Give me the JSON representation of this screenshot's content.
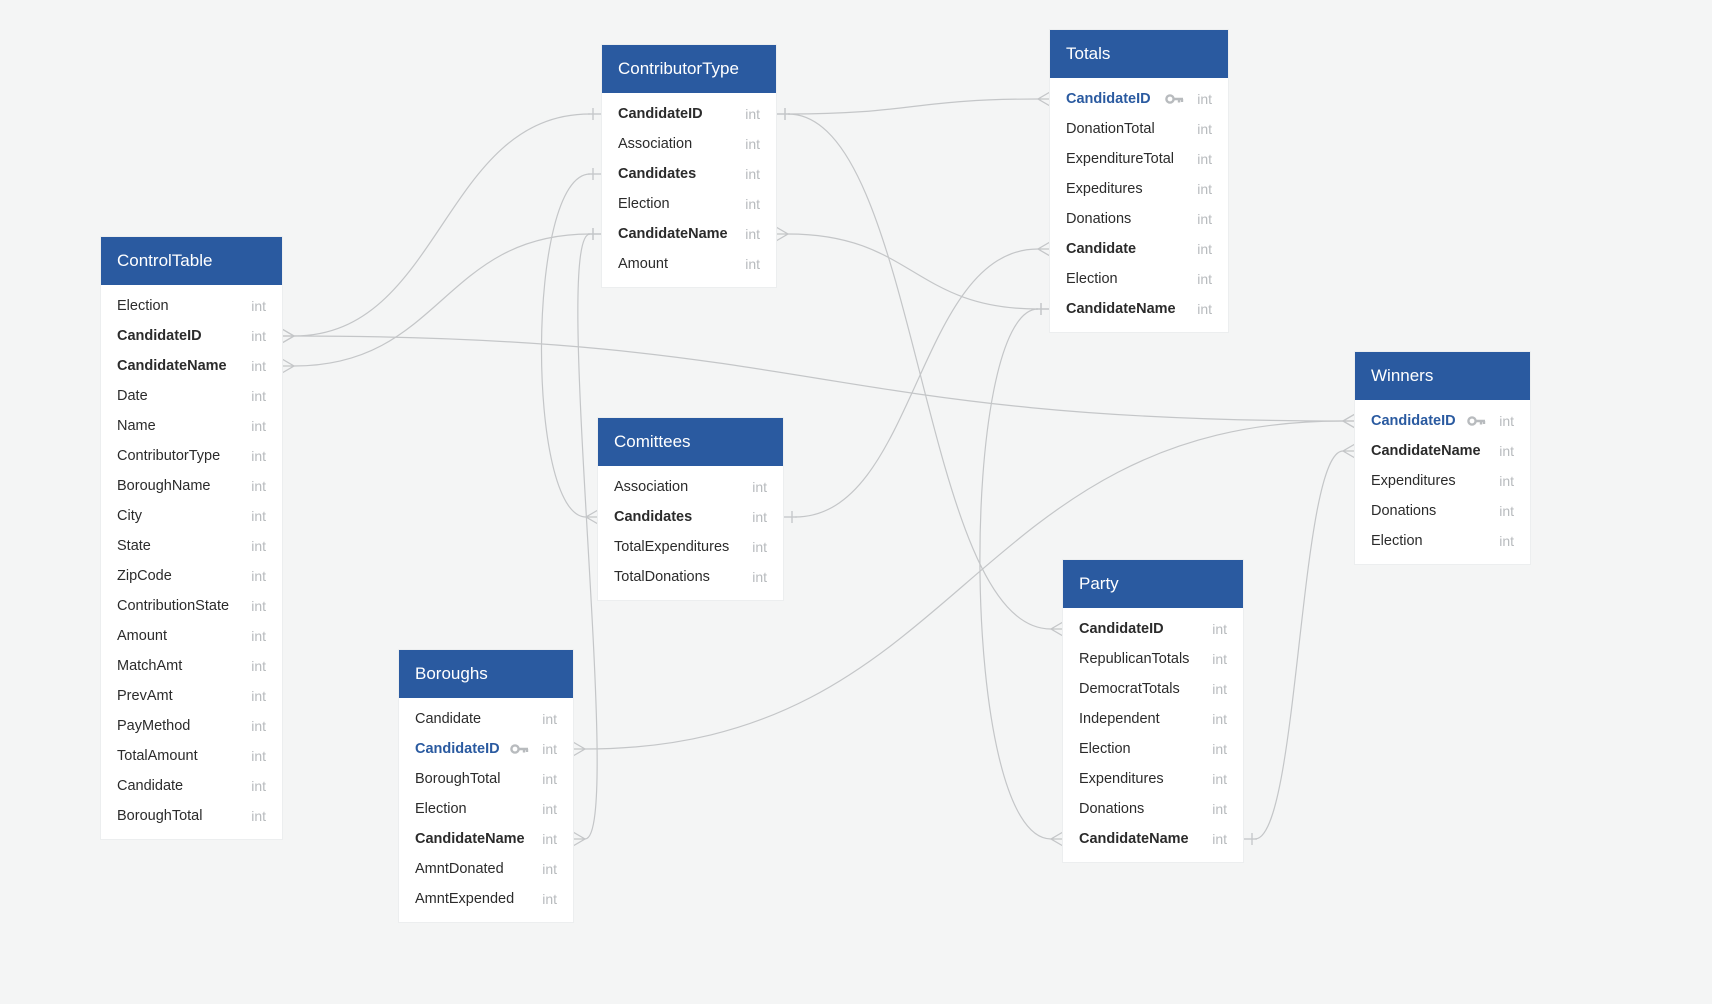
{
  "tables": [
    {
      "id": "ContributorType",
      "name": "ContributorType",
      "fields": [
        {
          "name": "CandidateID",
          "type": "int",
          "style": "bold"
        },
        {
          "name": "Association",
          "type": "int",
          "style": "normal"
        },
        {
          "name": "Candidates",
          "type": "int",
          "style": "bold"
        },
        {
          "name": "Election",
          "type": "int",
          "style": "normal"
        },
        {
          "name": "CandidateName",
          "type": "int",
          "style": "bold"
        },
        {
          "name": "Amount",
          "type": "int",
          "style": "normal"
        }
      ]
    },
    {
      "id": "Totals",
      "name": "Totals",
      "fields": [
        {
          "name": "CandidateID",
          "type": "int",
          "style": "pk"
        },
        {
          "name": "DonationTotal",
          "type": "int",
          "style": "normal"
        },
        {
          "name": "ExpenditureTotal",
          "type": "int",
          "style": "normal"
        },
        {
          "name": "Expeditures",
          "type": "int",
          "style": "normal"
        },
        {
          "name": "Donations",
          "type": "int",
          "style": "normal"
        },
        {
          "name": "Candidate",
          "type": "int",
          "style": "bold"
        },
        {
          "name": "Election",
          "type": "int",
          "style": "normal"
        },
        {
          "name": "CandidateName",
          "type": "int",
          "style": "bold"
        }
      ]
    },
    {
      "id": "ControlTable",
      "name": "ControlTable",
      "fields": [
        {
          "name": "Election",
          "type": "int",
          "style": "normal"
        },
        {
          "name": "CandidateID",
          "type": "int",
          "style": "bold"
        },
        {
          "name": "CandidateName",
          "type": "int",
          "style": "bold"
        },
        {
          "name": "Date",
          "type": "int",
          "style": "normal"
        },
        {
          "name": "Name",
          "type": "int",
          "style": "normal"
        },
        {
          "name": "ContributorType",
          "type": "int",
          "style": "normal"
        },
        {
          "name": "BoroughName",
          "type": "int",
          "style": "normal"
        },
        {
          "name": "City",
          "type": "int",
          "style": "normal"
        },
        {
          "name": "State",
          "type": "int",
          "style": "normal"
        },
        {
          "name": "ZipCode",
          "type": "int",
          "style": "normal"
        },
        {
          "name": "ContributionState",
          "type": "int",
          "style": "normal"
        },
        {
          "name": "Amount",
          "type": "int",
          "style": "normal"
        },
        {
          "name": "MatchAmt",
          "type": "int",
          "style": "normal"
        },
        {
          "name": "PrevAmt",
          "type": "int",
          "style": "normal"
        },
        {
          "name": "PayMethod",
          "type": "int",
          "style": "normal"
        },
        {
          "name": "TotalAmount",
          "type": "int",
          "style": "normal"
        },
        {
          "name": "Candidate",
          "type": "int",
          "style": "normal"
        },
        {
          "name": "BoroughTotal",
          "type": "int",
          "style": "normal"
        }
      ]
    },
    {
      "id": "Winners",
      "name": "Winners",
      "fields": [
        {
          "name": "CandidateID",
          "type": "int",
          "style": "pk"
        },
        {
          "name": "CandidateName",
          "type": "int",
          "style": "bold"
        },
        {
          "name": "Expenditures",
          "type": "int",
          "style": "normal"
        },
        {
          "name": "Donations",
          "type": "int",
          "style": "normal"
        },
        {
          "name": "Election",
          "type": "int",
          "style": "normal"
        }
      ]
    },
    {
      "id": "Comittees",
      "name": "Comittees",
      "fields": [
        {
          "name": "Association",
          "type": "int",
          "style": "normal"
        },
        {
          "name": "Candidates",
          "type": "int",
          "style": "bold"
        },
        {
          "name": "TotalExpenditures",
          "type": "int",
          "style": "normal"
        },
        {
          "name": "TotalDonations",
          "type": "int",
          "style": "normal"
        }
      ]
    },
    {
      "id": "Party",
      "name": "Party",
      "fields": [
        {
          "name": "CandidateID",
          "type": "int",
          "style": "bold"
        },
        {
          "name": "RepublicanTotals",
          "type": "int",
          "style": "normal"
        },
        {
          "name": "DemocratTotals",
          "type": "int",
          "style": "normal"
        },
        {
          "name": "Independent",
          "type": "int",
          "style": "normal"
        },
        {
          "name": "Election",
          "type": "int",
          "style": "normal"
        },
        {
          "name": "Expenditures",
          "type": "int",
          "style": "normal"
        },
        {
          "name": "Donations",
          "type": "int",
          "style": "normal"
        },
        {
          "name": "CandidateName",
          "type": "int",
          "style": "bold"
        }
      ]
    },
    {
      "id": "Boroughs",
      "name": "Boroughs",
      "fields": [
        {
          "name": "Candidate",
          "type": "int",
          "style": "normal"
        },
        {
          "name": "CandidateID",
          "type": "int",
          "style": "pk"
        },
        {
          "name": "BoroughTotal",
          "type": "int",
          "style": "normal"
        },
        {
          "name": "Election",
          "type": "int",
          "style": "normal"
        },
        {
          "name": "CandidateName",
          "type": "int",
          "style": "bold"
        },
        {
          "name": "AmntDonated",
          "type": "int",
          "style": "normal"
        },
        {
          "name": "AmntExpended",
          "type": "int",
          "style": "normal"
        }
      ]
    }
  ],
  "relationships": [
    {
      "from": "ControlTable.CandidateID",
      "from_end": "many",
      "to": "ContributorType.CandidateID",
      "to_end": "one"
    },
    {
      "from": "ControlTable.CandidateName",
      "from_end": "many",
      "to": "ContributorType.CandidateName",
      "to_end": "one"
    },
    {
      "from": "ControlTable.CandidateID",
      "from_end": "many",
      "to": "Winners.CandidateID",
      "to_end": "many"
    },
    {
      "from": "ContributorType.CandidateID",
      "from_end": "one",
      "to": "Totals.CandidateID",
      "to_end": "many"
    },
    {
      "from": "ContributorType.CandidateID",
      "from_end": "one",
      "to": "Party.CandidateID",
      "to_end": "many"
    },
    {
      "from": "ContributorType.CandidateName",
      "from_end": "many",
      "to": "Totals.CandidateName",
      "to_end": "one"
    },
    {
      "from": "ContributorType.Candidates",
      "from_end": "one",
      "to": "Comittees.Candidates",
      "to_end": "many"
    },
    {
      "from": "ContributorType.CandidateName",
      "from_end": "one",
      "to": "Boroughs.CandidateName",
      "to_end": "many"
    },
    {
      "from": "Comittees.Candidates",
      "from_end": "one",
      "to": "Totals.Candidate",
      "to_end": "many"
    },
    {
      "from": "Boroughs.CandidateID",
      "from_end": "many",
      "to": "Winners.CandidateID",
      "to_end": "many"
    },
    {
      "from": "Totals.CandidateName",
      "from_end": "one",
      "to": "Party.CandidateName",
      "to_end": "many"
    },
    {
      "from": "Party.CandidateName",
      "from_end": "one",
      "to": "Winners.CandidateName",
      "to_end": "many"
    }
  ],
  "colors": {
    "header": "#2a5aa0",
    "primary_key_text": "#2a5aa0",
    "type_text": "#b8bbbe",
    "connector": "#c4c6c8",
    "background": "#f4f5f5"
  },
  "icons": {
    "primary_key": "key-icon"
  }
}
